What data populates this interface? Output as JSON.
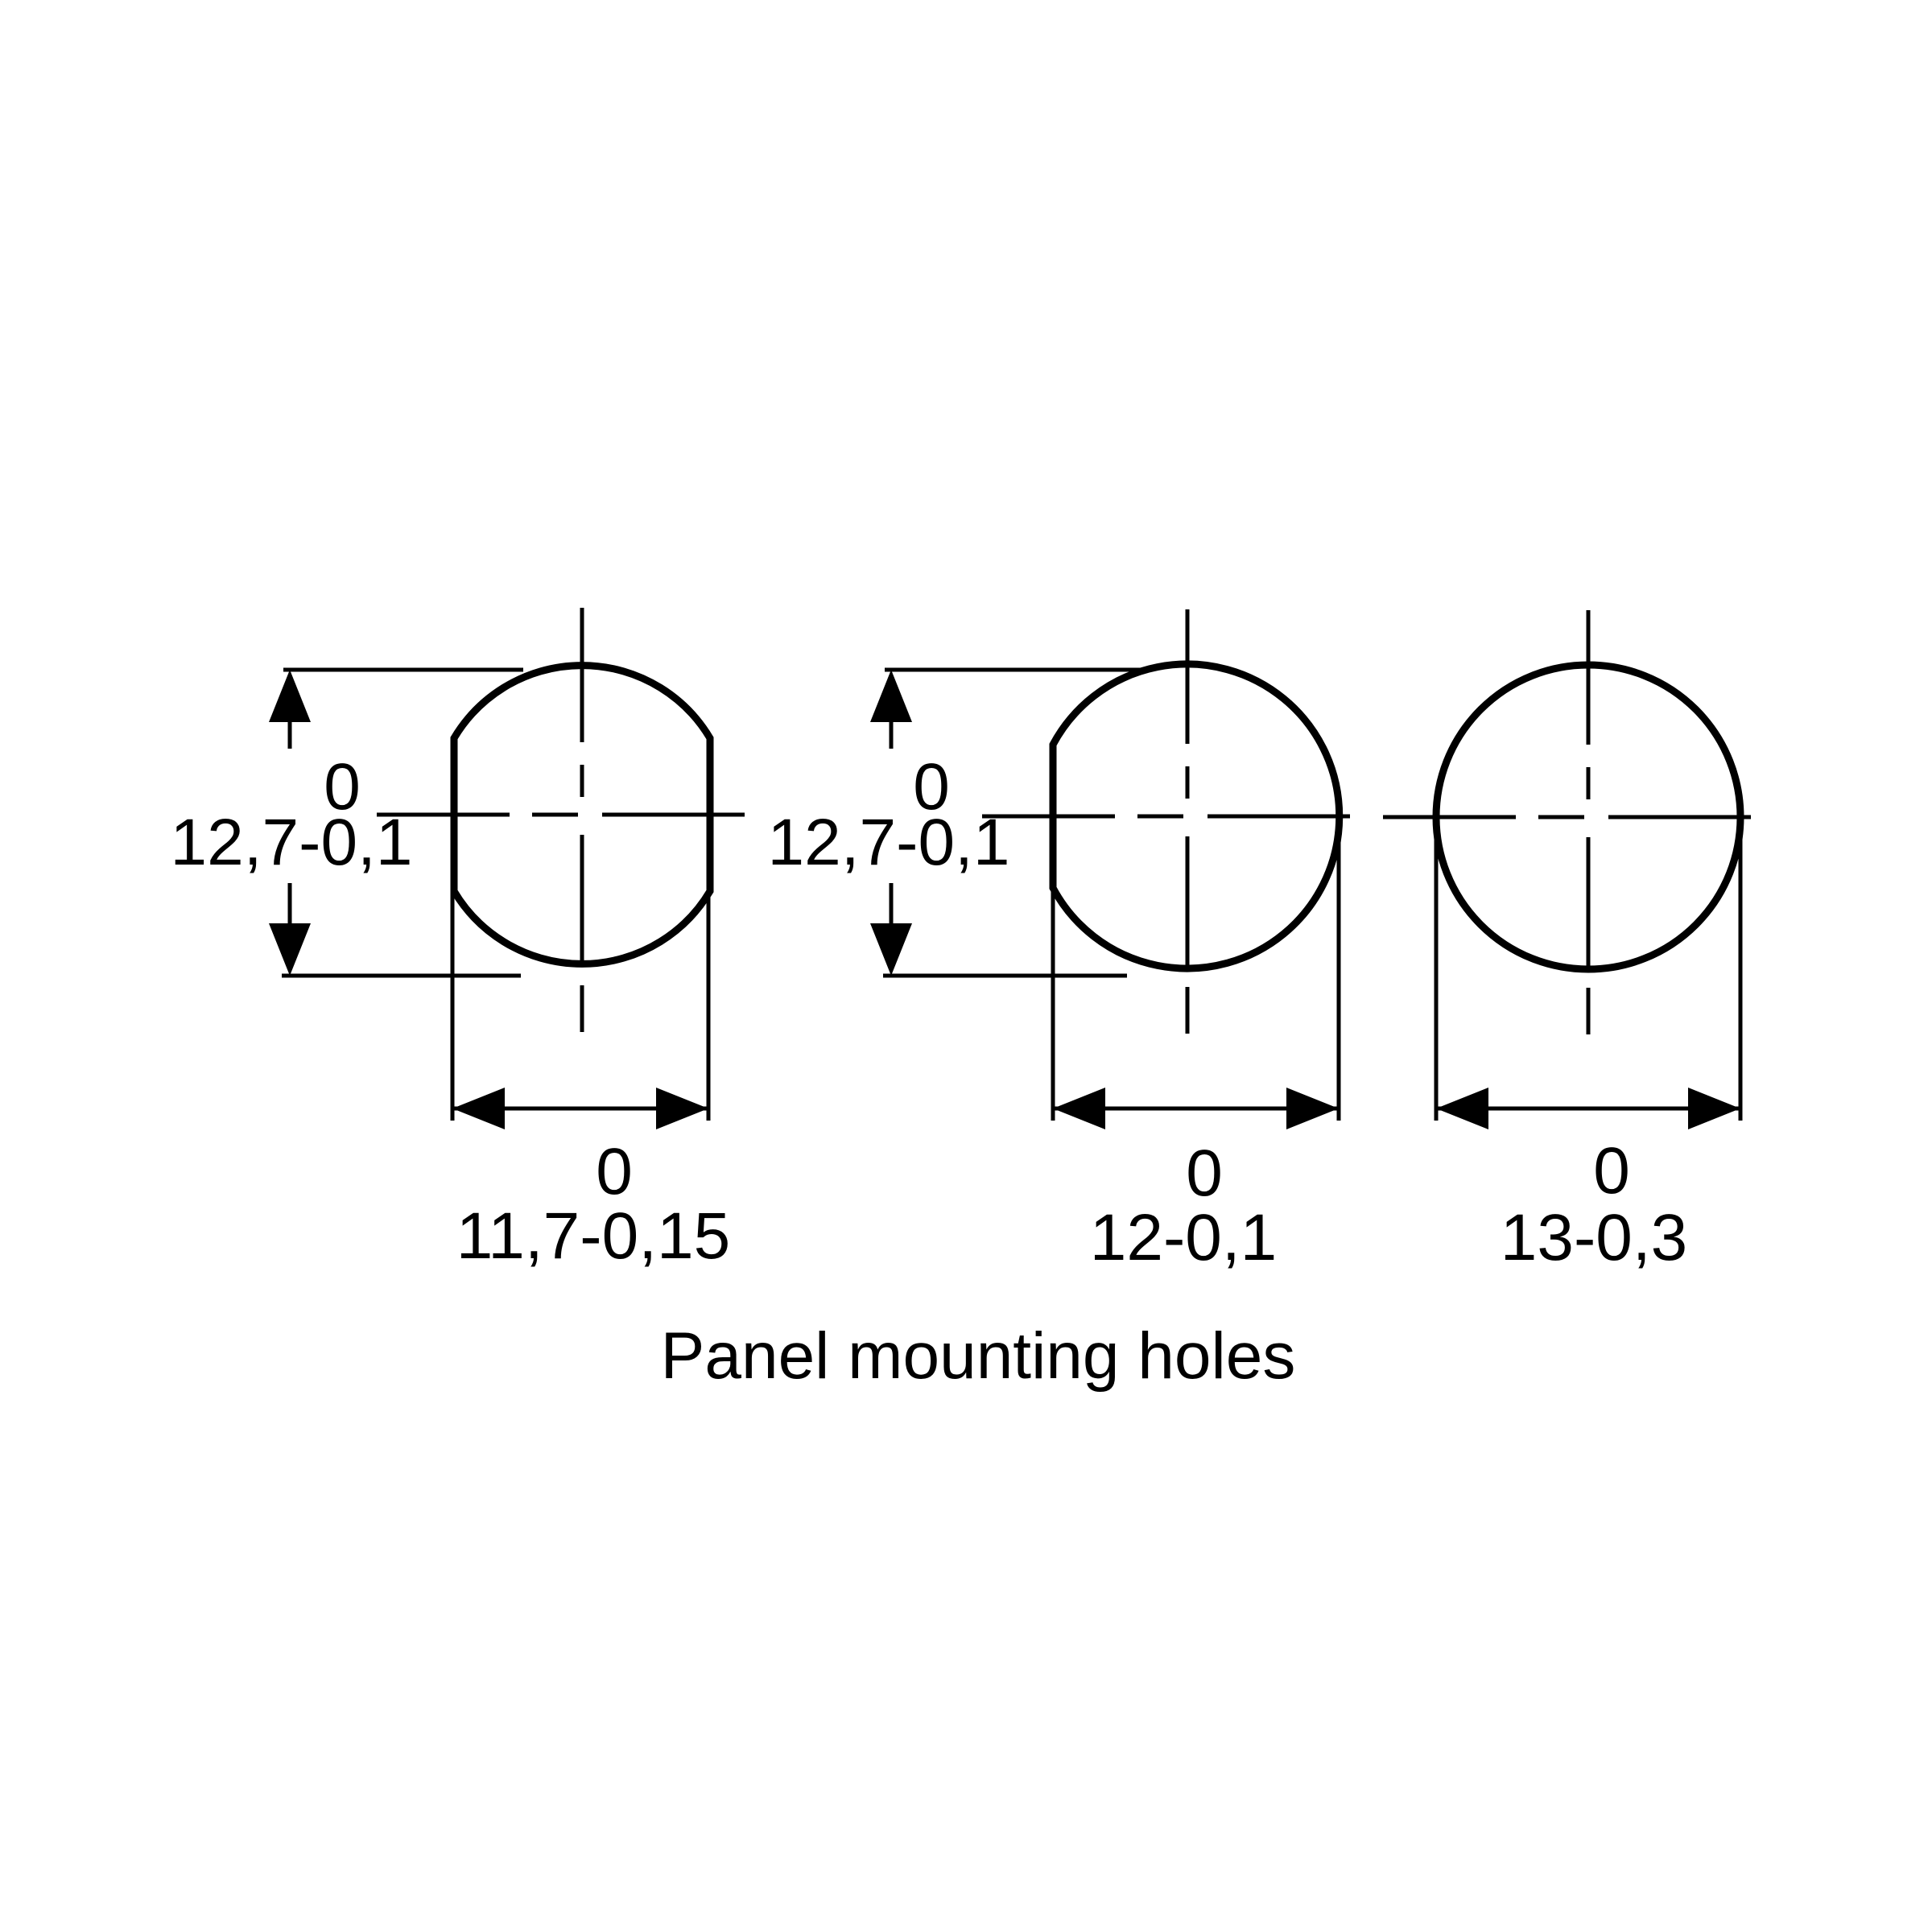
{
  "title": "Panel mounting holes",
  "dimensions": {
    "hole1": {
      "height": {
        "upper": "0",
        "value": "12,7-0,1"
      },
      "width": {
        "upper": "0",
        "value": "11,7-0,15"
      }
    },
    "hole2": {
      "height": {
        "upper": "0",
        "value": "12,7-0,1"
      },
      "width": {
        "upper": "0",
        "value": "12-0,1"
      }
    },
    "hole3": {
      "width": {
        "upper": "0",
        "value": "13-0,3"
      }
    }
  }
}
